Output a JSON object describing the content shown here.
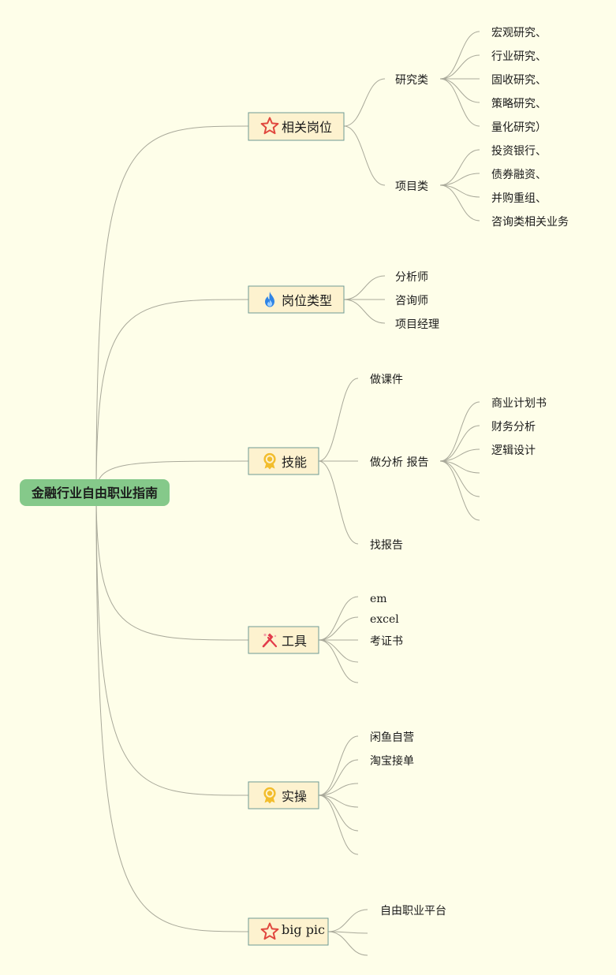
{
  "root": {
    "label": "金融行业自由职业指南"
  },
  "colors": {
    "background": "#fefee9",
    "root_fill": "#85c98a",
    "branch_fill": "#fdf2cf",
    "branch_border": "#6f9a94",
    "connector": "#a9a99a",
    "star_icon": "#e0473e",
    "fire_icon": "#2f84e6",
    "medal_icon": "#f2bd2c",
    "tools_icon": "#e23b4a"
  },
  "branches": [
    {
      "label": "相关岗位",
      "icon": "star-icon",
      "children": [
        {
          "label": "研究类",
          "children": [
            {
              "label": "宏观研究、"
            },
            {
              "label": "行业研究、"
            },
            {
              "label": "固收研究、"
            },
            {
              "label": "策略研究、"
            },
            {
              "label": "量化研究）"
            }
          ]
        },
        {
          "label": "项目类",
          "children": [
            {
              "label": "投资银行、"
            },
            {
              "label": "债券融资、"
            },
            {
              "label": "并购重组、"
            },
            {
              "label": "咨询类相关业务"
            }
          ]
        }
      ]
    },
    {
      "label": "岗位类型",
      "icon": "fire-icon",
      "children": [
        {
          "label": "分析师"
        },
        {
          "label": "咨询师"
        },
        {
          "label": "项目经理"
        }
      ]
    },
    {
      "label": "技能",
      "icon": "medal-icon",
      "children": [
        {
          "label": "做课件"
        },
        {
          "label": "做分析 报告",
          "children": [
            {
              "label": "商业计划书"
            },
            {
              "label": "财务分析"
            },
            {
              "label": "逻辑设计"
            },
            {
              "label": ""
            },
            {
              "label": ""
            },
            {
              "label": ""
            }
          ]
        },
        {
          "label": "找报告"
        }
      ]
    },
    {
      "label": "工具",
      "icon": "tools-icon",
      "children": [
        {
          "label": "em"
        },
        {
          "label": "excel"
        },
        {
          "label": "考证书"
        },
        {
          "label": ""
        },
        {
          "label": ""
        }
      ]
    },
    {
      "label": "实操",
      "icon": "medal-icon",
      "children": [
        {
          "label": "闲鱼自营"
        },
        {
          "label": "淘宝接单"
        },
        {
          "label": ""
        },
        {
          "label": ""
        },
        {
          "label": ""
        },
        {
          "label": ""
        }
      ]
    },
    {
      "label": "big pic",
      "icon": "star-icon",
      "children": [
        {
          "label": "自由职业平台"
        },
        {
          "label": ""
        },
        {
          "label": ""
        }
      ]
    }
  ]
}
